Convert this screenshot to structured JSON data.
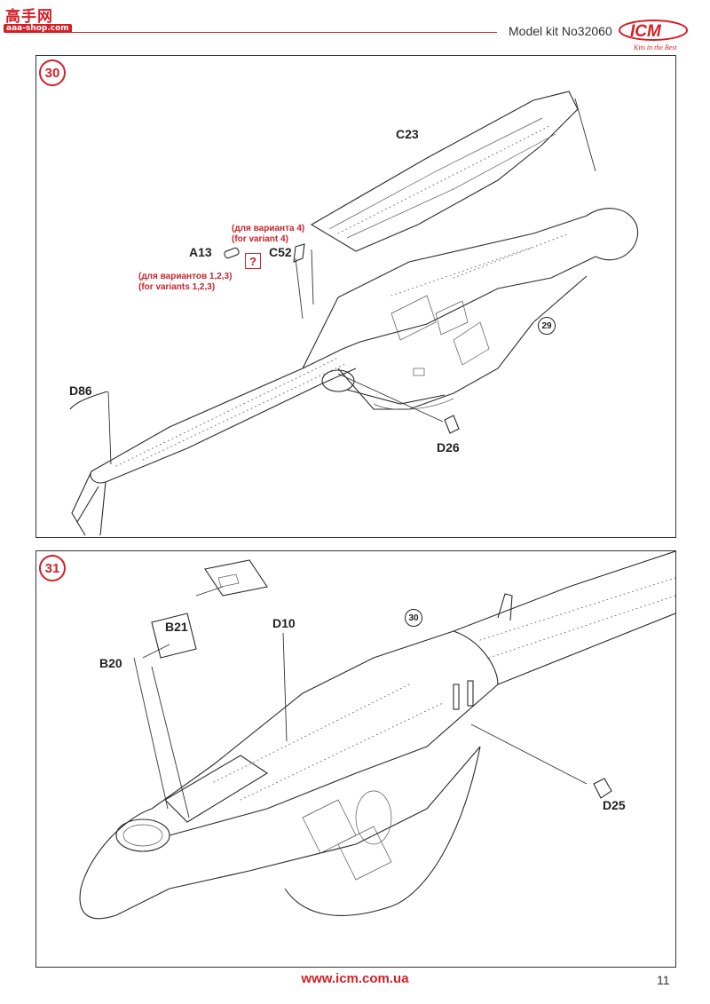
{
  "watermark": {
    "title": "高手网",
    "subtitle": "aaa-shop.com"
  },
  "header": {
    "kit_label": "Model kit No32060",
    "brand": "ICM",
    "slogan": "Kits in the Best"
  },
  "step30": {
    "number": "30",
    "ref_step": "29",
    "parts": {
      "c23": "C23",
      "a13": "A13",
      "c52": "C52",
      "d86": "D86",
      "d26": "D26"
    },
    "note_variant4_ru": "(для варианта 4)",
    "note_variant4_en": "(for variant 4)",
    "note_variants123_ru": "(для вариантов 1,2,3)",
    "note_variants123_en": "(for variants 1,2,3)",
    "question_mark": "?"
  },
  "step31": {
    "number": "31",
    "ref_step": "30",
    "parts": {
      "b21": "B21",
      "b20": "B20",
      "d10": "D10",
      "d25": "D25"
    }
  },
  "footer": {
    "url": "www.icm.com.ua",
    "page_number": "11"
  },
  "colors": {
    "accent_red": "#d51f26"
  }
}
